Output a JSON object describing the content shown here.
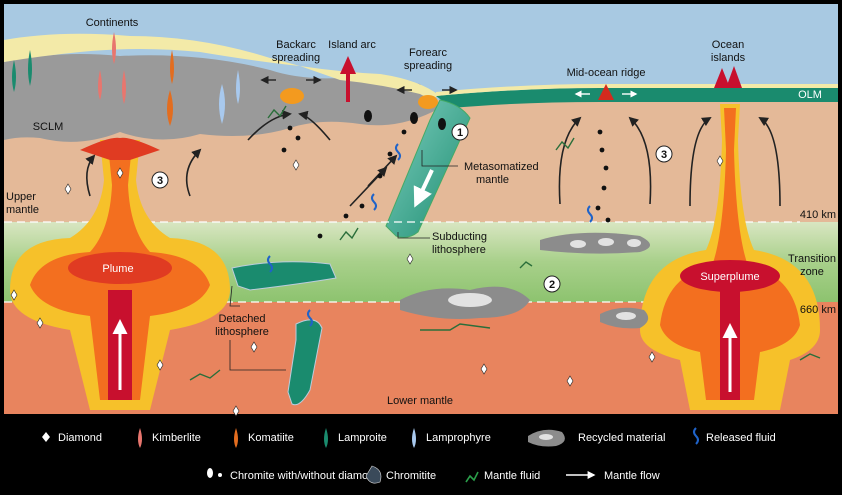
{
  "labels": {
    "continents": "Continents",
    "backarc1": "Backarc",
    "backarc2": "spreading",
    "island_arc": "Island arc",
    "forearc1": "Forearc",
    "forearc2": "spreading",
    "mor": "Mid-ocean ridge",
    "ocean1": "Ocean",
    "ocean2": "islands",
    "olm": "OLM",
    "sclm": "SCLM",
    "upper1": "Upper",
    "upper2": "mantle",
    "metaso1": "Metasomatized",
    "metaso2": "mantle",
    "d410": "410 km",
    "subduct1": "Subducting",
    "subduct2": "lithosphere",
    "plume": "Plume",
    "superplume": "Superplume",
    "trans1": "Transition",
    "trans2": "zone",
    "d660": "660 km",
    "detach1": "Detached",
    "detach2": "lithosphere",
    "lower": "Lower mantle"
  },
  "markers": [
    "1",
    "2",
    "3",
    "3"
  ],
  "legend": {
    "row1": [
      "Diamond",
      "Kimberlite",
      "Komatiite",
      "Lamproite",
      "Lamprophyre",
      "Recycled material",
      "Released fluid"
    ],
    "row2": [
      "Chromite with/without diamond",
      "Chromitite",
      "Mantle fluid",
      "Mantle flow"
    ]
  },
  "colors": {
    "sky": "#a8c9e2",
    "continent": "#f3eaa8",
    "sclm": "#9a9a9a",
    "upper_mantle": "#e4b998",
    "transition": "#a8d08a",
    "lower_mantle": "#e8845e",
    "oceanic_plate": "#1a8b6e",
    "plume_core": "#c8102e",
    "plume_mid": "#f36f1f",
    "plume_outer": "#f6c12a"
  }
}
